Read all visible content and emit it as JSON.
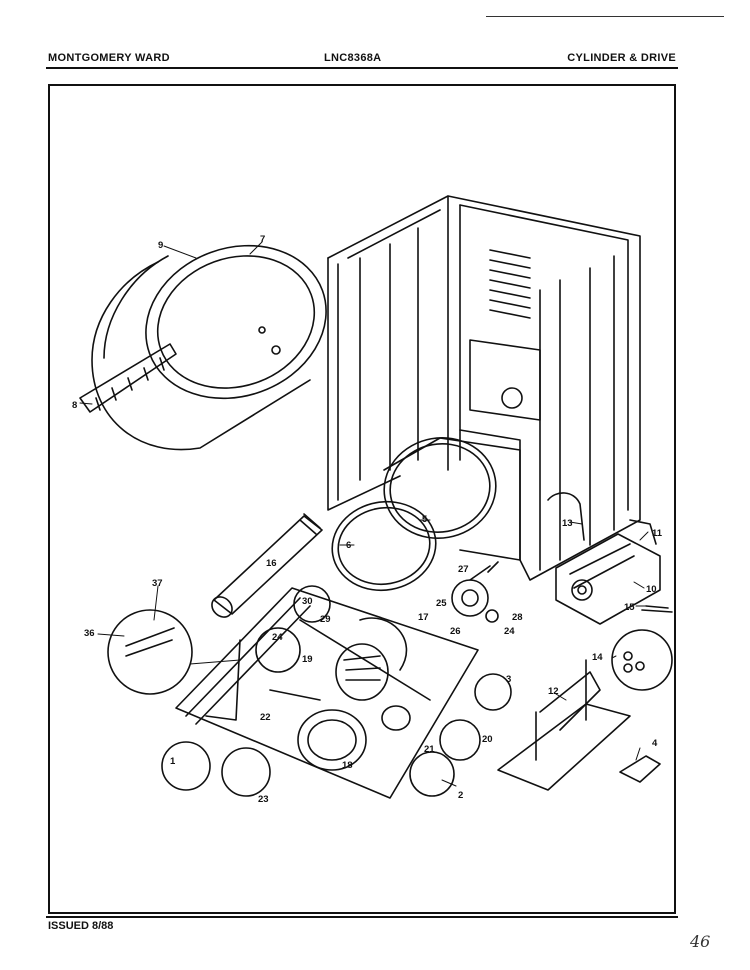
{
  "header": {
    "left": "MONTGOMERY WARD",
    "center": "LNC8368A",
    "right": "CYLINDER & DRIVE"
  },
  "footer": {
    "issued": "ISSUED 8/88",
    "handwritten": "46"
  },
  "callouts": [
    "9",
    "7",
    "8",
    "5",
    "6",
    "16",
    "13",
    "11",
    "10",
    "15",
    "27",
    "25",
    "28",
    "24",
    "26",
    "17",
    "30",
    "29",
    "37",
    "36",
    "24",
    "19",
    "3",
    "22",
    "18",
    "21",
    "20",
    "1",
    "23",
    "2",
    "14",
    "12",
    "4"
  ]
}
